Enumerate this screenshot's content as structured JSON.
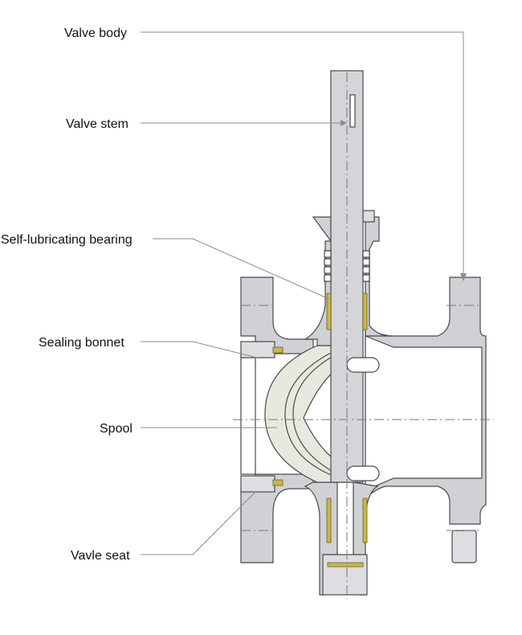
{
  "labels": {
    "valve_body": "Valve body",
    "valve_stem": "Valve stem",
    "bearing": "Self-lubricating bearing",
    "bonnet": "Sealing bonnet",
    "spool": "Spool",
    "seat": "Vavle seat"
  },
  "colors": {
    "body": "#cfd1d5",
    "spool": "#e8e8e1",
    "bearing": "#c8b84a",
    "leader": "#8c8c8c"
  }
}
